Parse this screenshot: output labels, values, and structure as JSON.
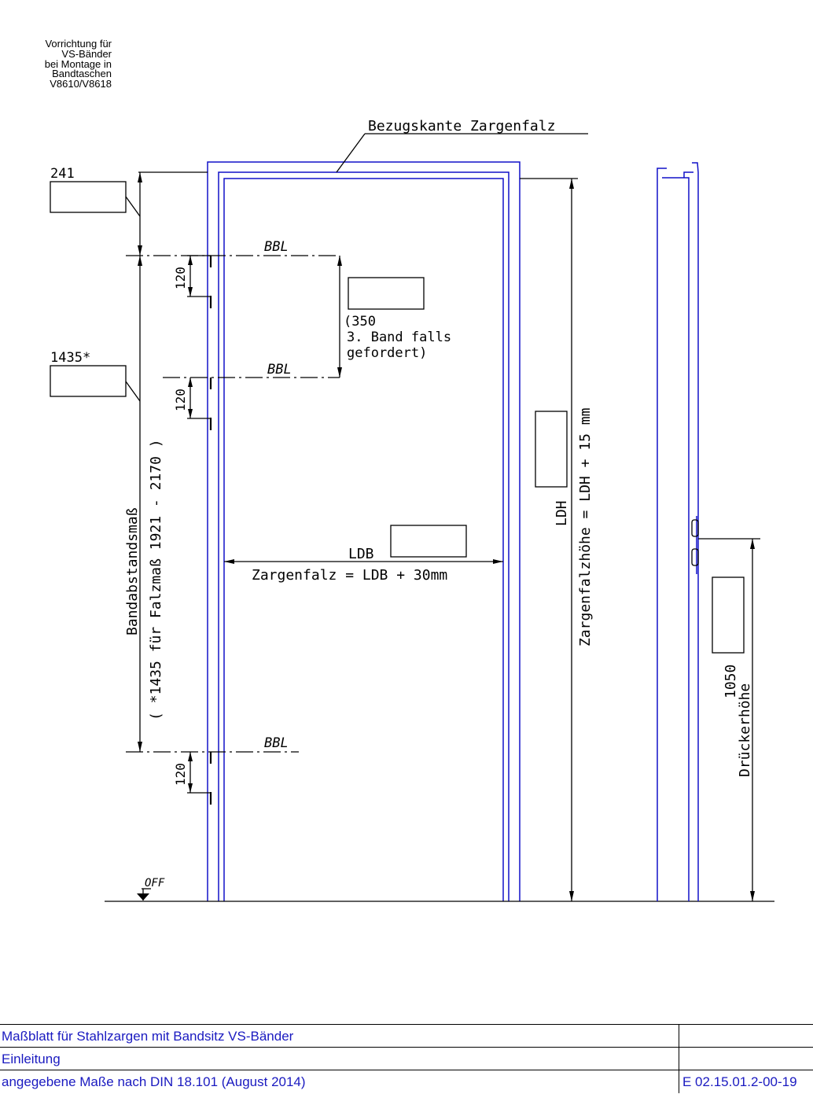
{
  "header": {
    "lines": [
      "Vorrichtung für",
      "VS-Bänder",
      "bei Montage in",
      "Bandtaschen",
      "V8610/V8618"
    ]
  },
  "drawing": {
    "reference_edge_label": "Bezugskante Zargenfalz",
    "dim_top": "241",
    "dim_band_spacing": "1435*",
    "bbl_label": "BBL",
    "dim_hinge_120": "120",
    "third_hinge_note": [
      "(350",
      "3. Band falls",
      "gefordert)"
    ],
    "ldb_label": "LDB",
    "zargenfalz_formula": "Zargenfalz = LDB + 30mm",
    "band_spacing_label": "Bandabstandsmaß",
    "band_spacing_note": "( *1435 für Falzmaß 1921 - 2170 )",
    "ldh_label": "LDH",
    "zargenfalzhoehe_formula": "Zargenfalzhöhe = LDH + 15 mm",
    "dim_handle_height": "1050",
    "handle_height_label": "Drückerhöhe",
    "floor_label": "OFF"
  },
  "colors": {
    "frame_blue": "#1010c8",
    "title_text_blue": "#1a1ac0",
    "line_black": "#000000"
  },
  "title_block": {
    "rows": [
      {
        "left": "Maßblatt für Stahlzargen mit Bandsitz VS-Bänder",
        "right": ""
      },
      {
        "left": "Einleitung",
        "right": ""
      },
      {
        "left": "angegebene Maße nach DIN 18.101   (August 2014)",
        "right": "E 02.15.01.2-00-19"
      }
    ]
  }
}
